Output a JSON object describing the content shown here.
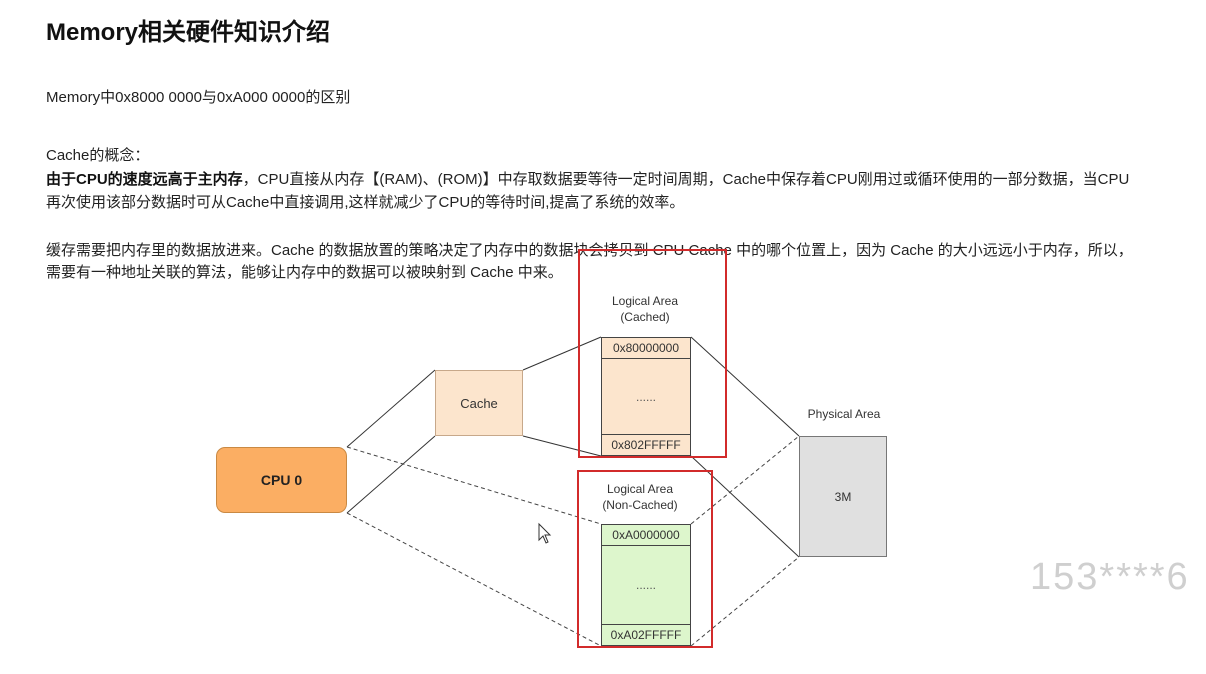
{
  "title": "Memory相关硬件知识介绍",
  "subtitle": "Memory中0x8000 0000与0xA000 0000的区别",
  "cache_concept": {
    "heading": "Cache的概念：",
    "para1": {
      "bold_lead": "由于CPU的速度远高于主内存",
      "line1_rest": "，CPU直接从内存【(RAM)、(ROM)】中存取数据要等待一定时间周期，Cache中保存着CPU刚用过或循环使用的一部分数据，当CPU",
      "line2": "再次使用该部分数据时可从Cache中直接调用,这样就减少了CPU的等待时间,提高了系统的效率。"
    },
    "para2": {
      "line1": "缓存需要把内存里的数据放进来。Cache 的数据放置的策略决定了内存中的数据块会拷贝到 CPU Cache 中的哪个位置上，因为 Cache 的大小远远小于内存，所以，",
      "line2": "需要有一种地址关联的算法，能够让内存中的数据可以被映射到 Cache 中来。"
    }
  },
  "diagram": {
    "cpu": {
      "label": "CPU 0",
      "fill": "#FBAE63"
    },
    "cache": {
      "label": "Cache",
      "fill": "#FCE5CD"
    },
    "cached_area": {
      "title_line1": "Logical Area",
      "title_line2": "(Cached)",
      "start": "0x80000000",
      "ellipsis": "......",
      "end": "0x802FFFFF",
      "fill": "#FCE5CD"
    },
    "noncached_area": {
      "title_line1": "Logical Area",
      "title_line2": "(Non-Cached)",
      "start": "0xA0000000",
      "ellipsis": "......",
      "end": "0xA02FFFFF",
      "fill": "#DDF6CC"
    },
    "physical_area": {
      "title": "Physical Area",
      "size": "3M",
      "fill": "#E0E0E0"
    },
    "highlight_color": "#D22B2B"
  },
  "watermark": "153****6"
}
